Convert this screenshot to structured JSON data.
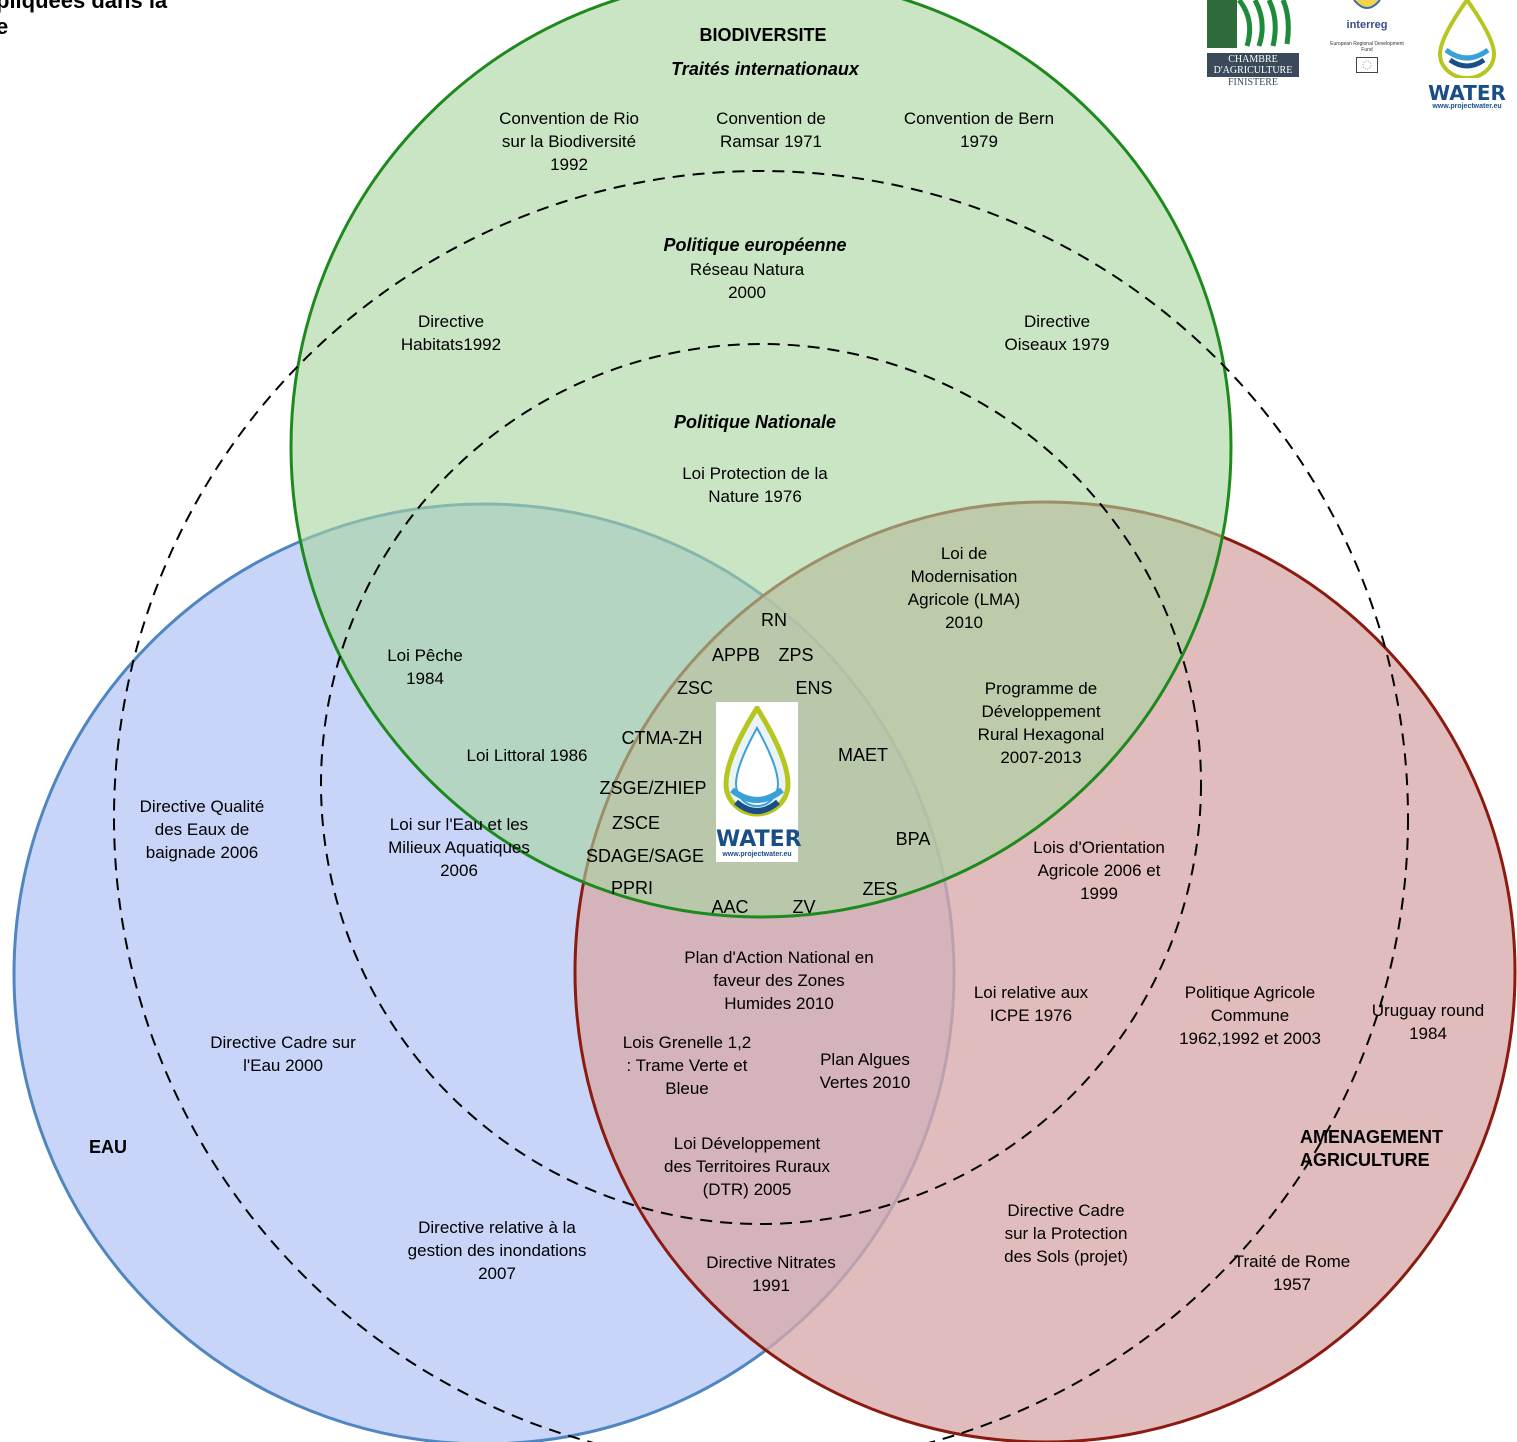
{
  "page_title_fragment": [
    "pliquées dans la",
    "e"
  ],
  "colors": {
    "biodiversite_fill": "#a8d5a0",
    "biodiversite_stroke": "#1e8a1e",
    "eau_fill": "#b9c9f6",
    "eau_stroke": "#4f86c2",
    "amenagement_fill": "#d9a9a9",
    "amenagement_stroke": "#8b1a10",
    "dashed_stroke": "#000000"
  },
  "circles": {
    "biodiversite": {
      "title": "BIODIVERSITE"
    },
    "eau": {
      "title": "EAU"
    },
    "amenagement": {
      "title_line1": "AMENAGEMENT",
      "title_line2": "AGRICULTURE"
    }
  },
  "levels": {
    "international": "Traités internationaux",
    "european": "Politique européenne",
    "national": "Politique Nationale"
  },
  "texts": {
    "rio": [
      "Convention de Rio",
      "sur la Biodiversité",
      "1992"
    ],
    "ramsar": [
      "Convention de",
      "Ramsar 1971"
    ],
    "bern": [
      "Convention de Bern",
      "1979"
    ],
    "natura": [
      "Réseau Natura",
      "2000"
    ],
    "habitats": [
      "Directive",
      "Habitats1992"
    ],
    "oiseaux": [
      "Directive",
      "Oiseaux 1979"
    ],
    "protection_nature": [
      "Loi Protection de la",
      "Nature 1976"
    ],
    "lma": [
      "Loi de",
      "Modernisation",
      "Agricole (LMA)",
      "2010"
    ],
    "loi_peche": [
      "Loi Pêche",
      "1984"
    ],
    "pdrh": [
      "Programme de",
      "Développement",
      "Rural Hexagonal",
      "2007-2013"
    ],
    "littoral": [
      "Loi Littoral 1986"
    ],
    "qualite_baignade": [
      "Directive Qualité",
      "des Eaux de",
      "baignade 2006"
    ],
    "lema": [
      "Loi sur l'Eau et les",
      "Milieux Aquatiques",
      "2006"
    ],
    "orientation_agricole": [
      "Lois d'Orientation",
      "Agricole 2006 et",
      "1999"
    ],
    "plan_zones_humides": [
      "Plan d'Action National en",
      "faveur des Zones",
      "Humides 2010"
    ],
    "icpe": [
      "Loi relative aux",
      "ICPE 1976"
    ],
    "pac": [
      "Politique Agricole",
      "Commune",
      "1962,1992 et 2003"
    ],
    "uruguay": [
      "Uruguay round",
      "1984"
    ],
    "dce": [
      "Directive Cadre sur",
      "l'Eau 2000"
    ],
    "grenelle": [
      "Lois Grenelle 1,2",
      ": Trame Verte et",
      "Bleue"
    ],
    "algues": [
      "Plan Algues",
      "Vertes 2010"
    ],
    "dtr": [
      "Loi Développement",
      "des Territoires Ruraux",
      "(DTR) 2005"
    ],
    "inondations": [
      "Directive relative à la",
      "gestion des inondations",
      "2007"
    ],
    "nitrates": [
      "Directive Nitrates",
      "1991"
    ],
    "sols": [
      "Directive Cadre",
      "sur la Protection",
      "des Sols (projet)"
    ],
    "rome": [
      "Traité de Rome",
      "1957"
    ]
  },
  "tools": {
    "rn": "RN",
    "appb": "APPB",
    "zps": "ZPS",
    "zsc": "ZSC",
    "ens": "ENS",
    "ctma": "CTMA-ZH",
    "maet": "MAET",
    "zsge": "ZSGE/ZHIEP",
    "zsce": "ZSCE",
    "bpa": "BPA",
    "sdage": "SDAGE/SAGE",
    "ppri": "PPRI",
    "zes": "ZES",
    "aac": "AAC",
    "zv": "ZV"
  },
  "logos": {
    "chambre": [
      "CHAMBRE",
      "D'AGRICULTURE",
      "FINISTERE"
    ],
    "interreg": "interreg",
    "erdf": "European Regional Development Fund",
    "water": "WATER",
    "water_url": "www.projectwater.eu"
  }
}
